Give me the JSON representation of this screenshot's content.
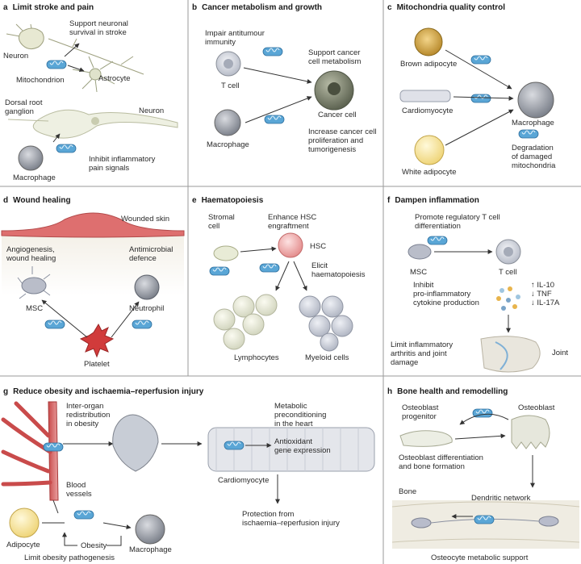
{
  "panels": {
    "a": {
      "letter": "a",
      "title": "Limit stroke and pain",
      "support": [
        "Support neuronal",
        "survival in stroke"
      ],
      "neuron": "Neuron",
      "mito": "Mitochondrion",
      "astro": "Astrocyte",
      "drg": [
        "Dorsal root",
        "ganglion"
      ],
      "neuron2": "Neuron",
      "macro": "Macrophage",
      "inhibit": [
        "Inhibit inflammatory",
        "pain signals"
      ]
    },
    "b": {
      "letter": "b",
      "title": "Cancer metabolism and growth",
      "impair": [
        "Impair antitumour",
        "immunity"
      ],
      "support": [
        "Support cancer",
        "cell metabolism"
      ],
      "tcell": "T cell",
      "cancer": "Cancer cell",
      "macro": "Macrophage",
      "increase": [
        "Increase cancer cell",
        "proliferation and",
        "tumorigenesis"
      ]
    },
    "c": {
      "letter": "c",
      "title": "Mitochondria quality control",
      "brown": "Brown adipocyte",
      "cardio": "Cardiomyocyte",
      "macro": "Macrophage",
      "white": "White adipocyte",
      "degrade": [
        "Degradation",
        "of damaged",
        "mitochondria"
      ]
    },
    "d": {
      "letter": "d",
      "title": "Wound healing",
      "skin": "Wounded skin",
      "angio": [
        "Angiogenesis,",
        "wound healing"
      ],
      "anti": [
        "Antimicrobial",
        "defence"
      ],
      "msc": "MSC",
      "neutro": "Neutrophil",
      "platelet": "Platelet"
    },
    "e": {
      "letter": "e",
      "title": "Haematopoiesis",
      "stromal": [
        "Stromal",
        "cell"
      ],
      "enhance": [
        "Enhance HSC",
        "engraftment"
      ],
      "hsc": "HSC",
      "elicit": [
        "Elicit",
        "haematopoiesis"
      ],
      "lymph": "Lymphocytes",
      "myeloid": "Myeloid cells"
    },
    "f": {
      "letter": "f",
      "title": "Dampen inflammation",
      "promote": [
        "Promote regulatory T cell",
        "differentiation"
      ],
      "msc": "MSC",
      "tcell": "T cell",
      "inhibit": [
        "Inhibit",
        "pro-inflammatory",
        "cytokine production"
      ],
      "cyto": [
        "↑ IL-10",
        "↓ TNF",
        "↓ IL-17A"
      ],
      "limit": [
        "Limit inflammatory",
        "arthritis and joint",
        "damage"
      ],
      "joint": "Joint"
    },
    "g": {
      "letter": "g",
      "title": "Reduce obesity and ischaemia–reperfusion injury",
      "inter": [
        "Inter-organ",
        "redistribution",
        "in obesity"
      ],
      "blood": [
        "Blood",
        "vessels"
      ],
      "meta": [
        "Metabolic",
        "preconditioning",
        "in the heart"
      ],
      "antiox": [
        "Antioxidant",
        "gene expression"
      ],
      "cardio": "Cardiomyocyte",
      "adipo": "Adipocyte",
      "obesity": "Obesity",
      "macro": "Macrophage",
      "protect": [
        "Protection from",
        "ischaemia–reperfusion injury"
      ],
      "limit": "Limit obesity pathogenesis"
    },
    "h": {
      "letter": "h",
      "title": "Bone health and remodelling",
      "prog": [
        "Osteoblast",
        "progenitor"
      ],
      "osteo": "Osteoblast",
      "diff": [
        "Osteoblast differentiation",
        "and bone formation"
      ],
      "bone": "Bone",
      "dend": "Dendritic network",
      "support": "Osteocyte metabolic support"
    }
  },
  "colors": {
    "mito": "#5aa6d6",
    "mito_dark": "#2e6f9e",
    "cell_grey": "#8a8f99",
    "arrow": "#333333"
  }
}
